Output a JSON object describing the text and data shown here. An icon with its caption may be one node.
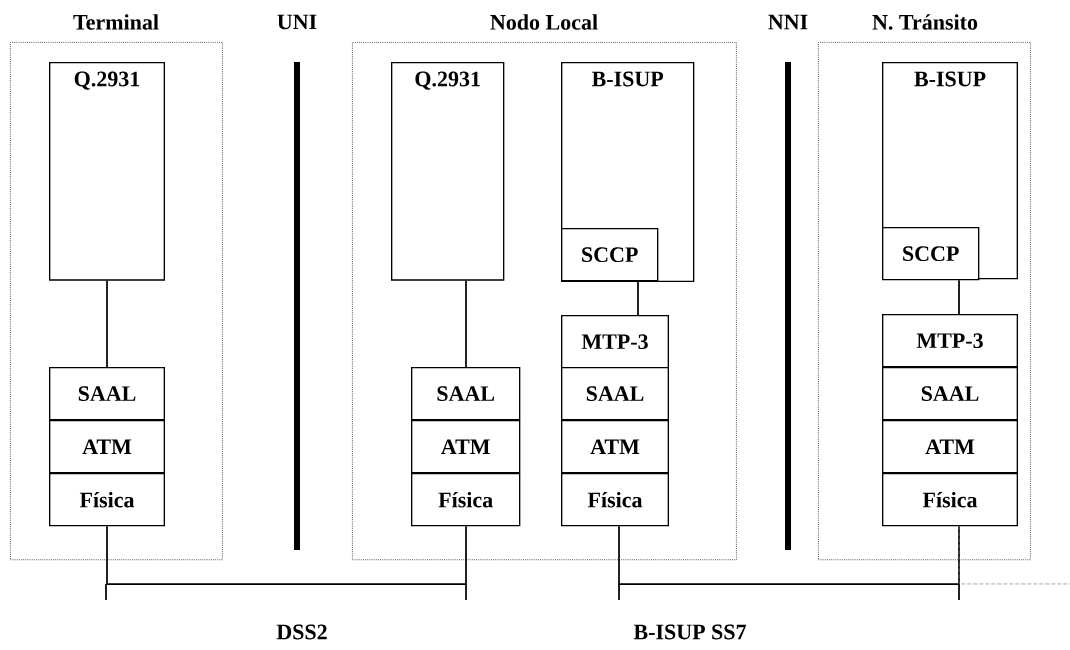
{
  "diagram": {
    "nodes": [
      {
        "text": [
          "Terminal"
        ]
      },
      {
        "text": [
          "Q.2931"
        ],
        "in": 0
      },
      {
        "text": [
          "SAAL"
        ],
        "in": 0
      },
      {
        "text": [
          "ATM"
        ],
        "in": 0
      },
      {
        "text": [
          "Física"
        ],
        "in": 0
      },
      {
        "text": [
          "Nodo Local"
        ]
      },
      {
        "text": [
          "Q.2931"
        ],
        "in": 5
      },
      {
        "text": [
          "SAAL"
        ],
        "in": 5
      },
      {
        "text": [
          "ATM"
        ],
        "in": 5
      },
      {
        "text": [
          "Física"
        ],
        "in": 5
      },
      {
        "text": [
          "B-ISUP"
        ],
        "in": 5
      },
      {
        "text": [
          "SCCP"
        ],
        "in": 10
      },
      {
        "text": [
          "MTP-3"
        ],
        "in": 5
      },
      {
        "text": [
          "SAAL"
        ],
        "in": 5
      },
      {
        "text": [
          "ATM"
        ],
        "in": 5
      },
      {
        "text": [
          "Física"
        ],
        "in": 5
      },
      {
        "text": [
          "N. Tránsito"
        ]
      },
      {
        "text": [
          "B-ISUP"
        ],
        "in": 16
      },
      {
        "text": [
          "SCCP"
        ],
        "in": 17
      },
      {
        "text": [
          "MTP-3"
        ],
        "in": 16
      },
      {
        "text": [
          "SAAL"
        ],
        "in": 16
      },
      {
        "text": [
          "ATM"
        ],
        "in": 16
      },
      {
        "text": [
          "Física"
        ],
        "in": 16
      }
    ],
    "edges": [
      {
        "from": 1,
        "to": 2,
        "arrow": "none"
      },
      {
        "from": 6,
        "to": 7,
        "arrow": "none"
      },
      {
        "from": 11,
        "to": 12,
        "arrow": "none"
      },
      {
        "from": 18,
        "to": 19,
        "arrow": "none"
      },
      {
        "from": 4,
        "to": 9,
        "arrow": "none",
        "label": "DSS2"
      },
      {
        "from": 15,
        "to": 22,
        "arrow": "none",
        "label": "B-ISUP SS7"
      },
      {
        "from": 22,
        "to": null,
        "arrow": "none",
        "style": "dashed",
        "color": "#808080"
      }
    ],
    "labels": [
      "UNI",
      "NNI"
    ]
  }
}
